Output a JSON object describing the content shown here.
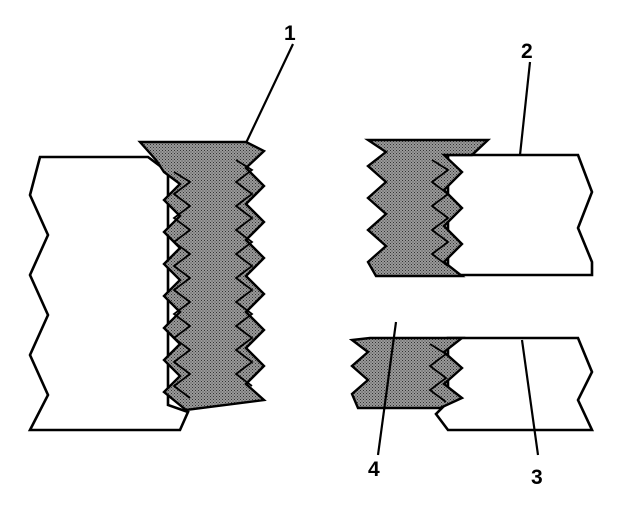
{
  "colors": {
    "line": "#000000",
    "background": "#ffffff",
    "thread_fill": "#8c8c8c"
  },
  "callouts": [
    {
      "id": "1",
      "label": "1"
    },
    {
      "id": "2",
      "label": "2"
    },
    {
      "id": "3",
      "label": "3"
    },
    {
      "id": "4",
      "label": "4"
    }
  ]
}
